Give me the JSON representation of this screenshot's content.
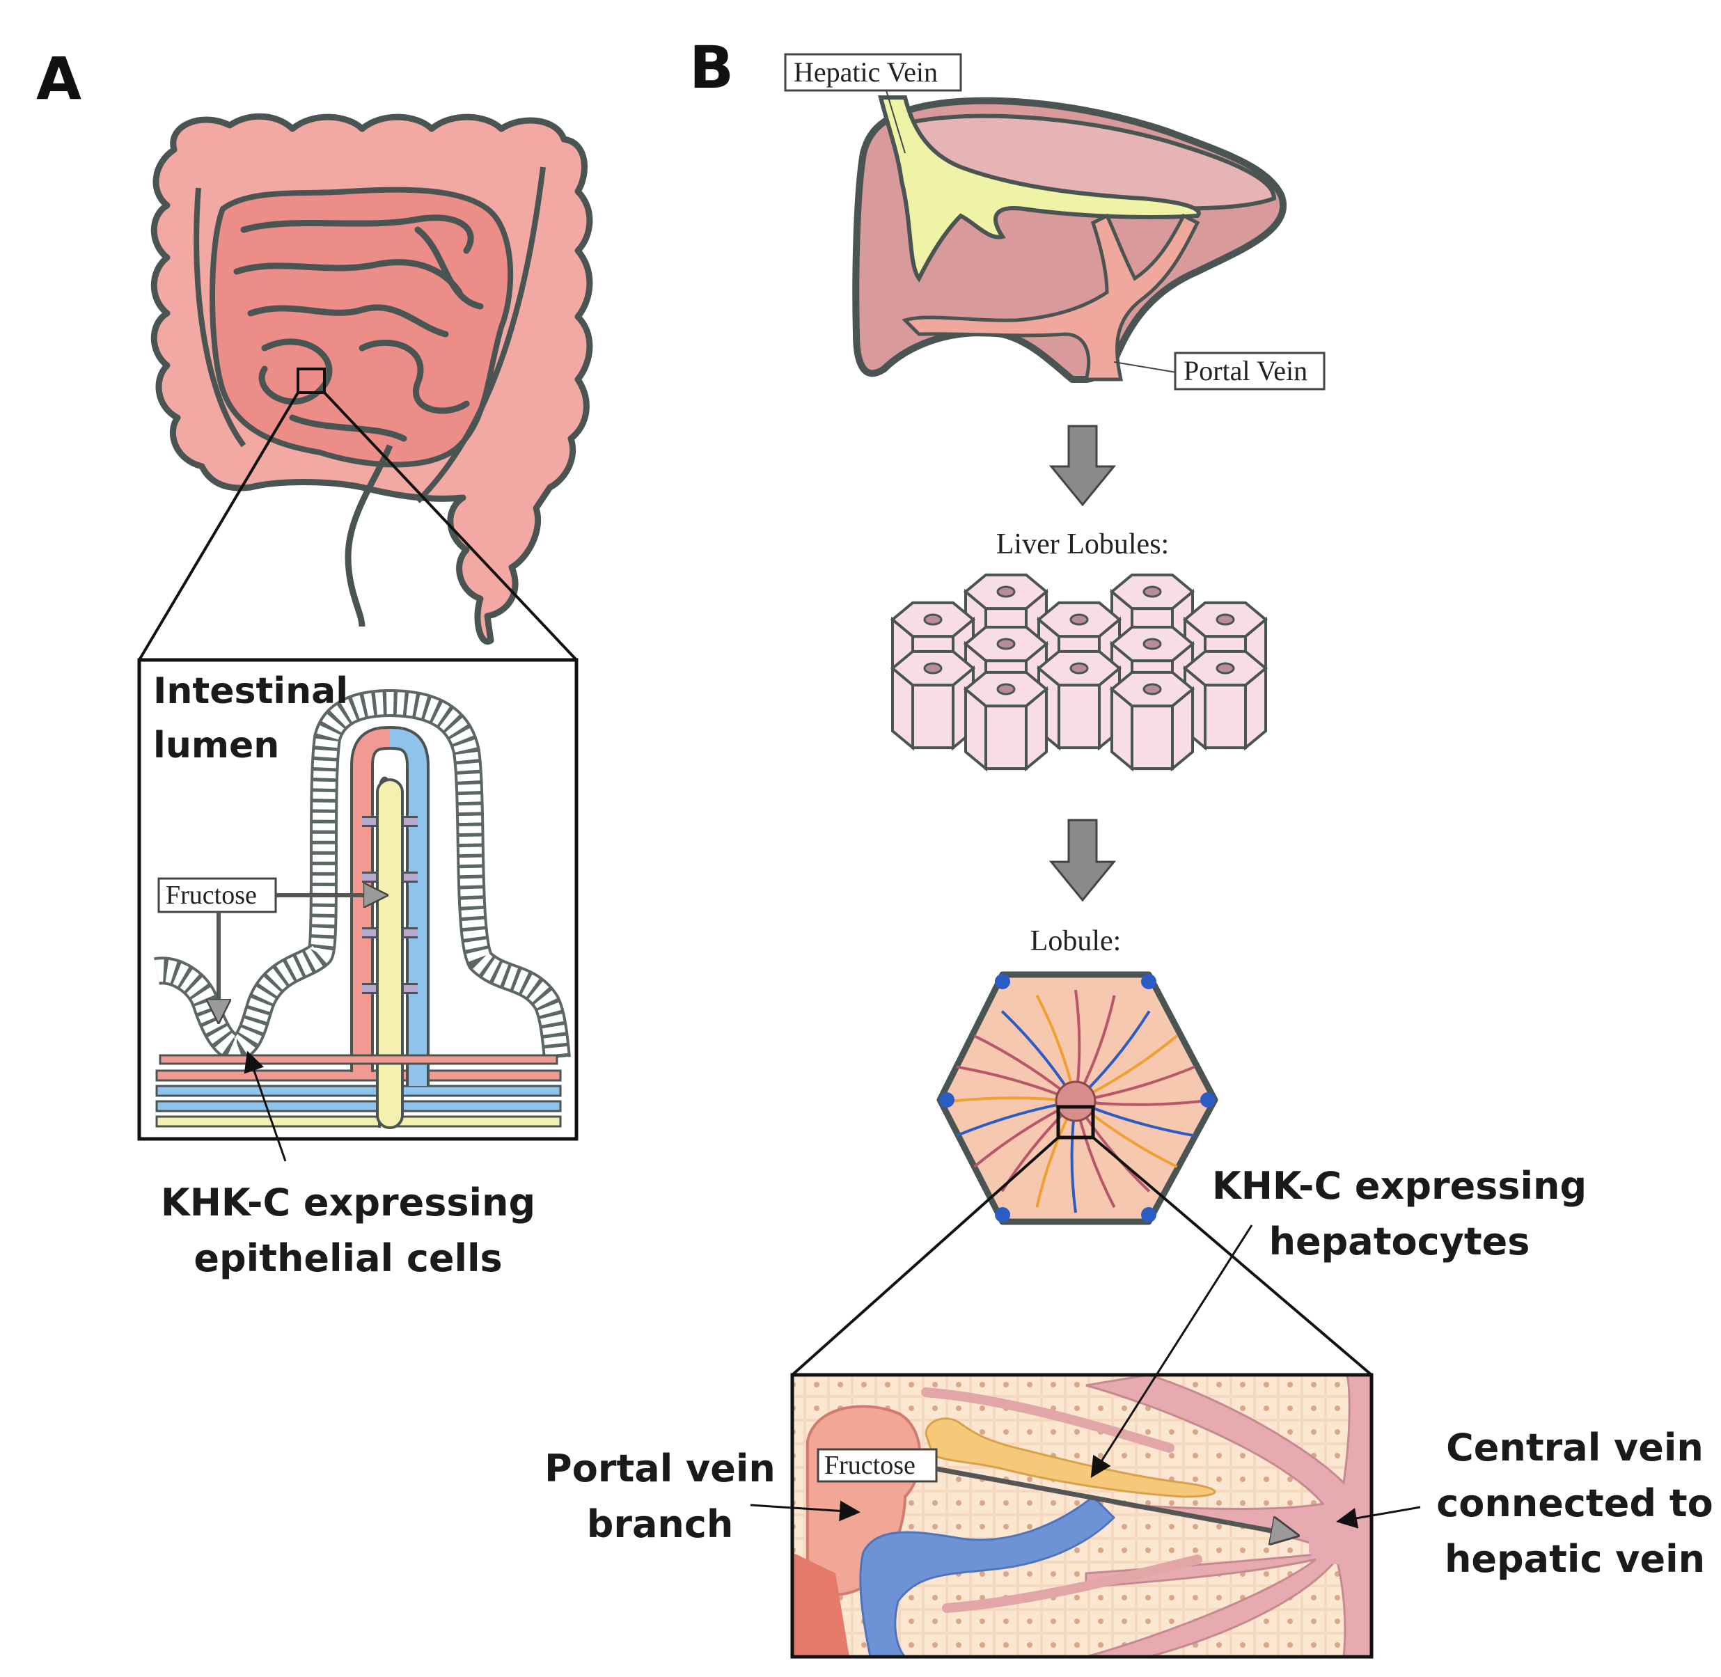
{
  "panel_a": {
    "letter": "A",
    "lumen_label_line1": "Intestinal",
    "lumen_label_line2": "lumen",
    "fructose_label": "Fructose",
    "cells_label_line1": "KHK-C expressing",
    "cells_label_line2": "epithelial cells"
  },
  "panel_b": {
    "letter": "B",
    "hepatic_vein_label": "Hepatic Vein",
    "portal_vein_label": "Portal Vein",
    "liver_lobules_label": "Liver Lobules:",
    "lobule_label": "Lobule:",
    "hepatocytes_label_line1": "KHK-C expressing",
    "hepatocytes_label_line2": "hepatocytes",
    "fructose_label": "Fructose",
    "portal_branch_line1": "Portal vein",
    "portal_branch_line2": "branch",
    "central_vein_line1": "Central vein",
    "central_vein_line2": "connected to",
    "central_vein_line3": "hepatic vein"
  },
  "colors": {
    "intestine_pink": "#f2a9a4",
    "intestine_inner": "#ec8d88",
    "outline": "#4a5553",
    "artery_red": "#f19a92",
    "vein_blue": "#8fc3ec",
    "lacteal_yellow": "#f4f0b0",
    "liver": "#d89a9a",
    "hepatic_vein_yellow": "#eef3a6",
    "lobule_cell": "#f9dde6",
    "arrow_gray": "#8a8a8a"
  }
}
